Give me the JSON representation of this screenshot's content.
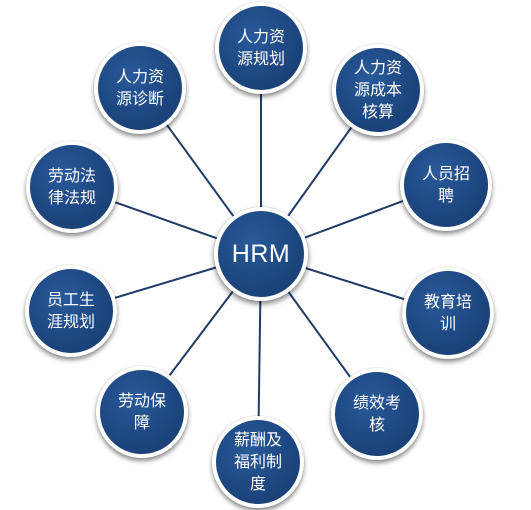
{
  "hub": {
    "label": "HRM"
  },
  "nodes": [
    {
      "label": "人力资源规划"
    },
    {
      "label": "人力资源成本核算"
    },
    {
      "label": "人员招聘"
    },
    {
      "label": "教育培训"
    },
    {
      "label": "绩效考核"
    },
    {
      "label": "薪酬及福利制度"
    },
    {
      "label": "劳动保障"
    },
    {
      "label": "员工生涯规划"
    },
    {
      "label": "劳动法律法规"
    },
    {
      "label": "人力资源诊断"
    }
  ],
  "colors": {
    "node_fill": "#1f4a85",
    "node_border": "#ffffff",
    "spoke": "#1f3b67",
    "text": "#ffffff"
  }
}
